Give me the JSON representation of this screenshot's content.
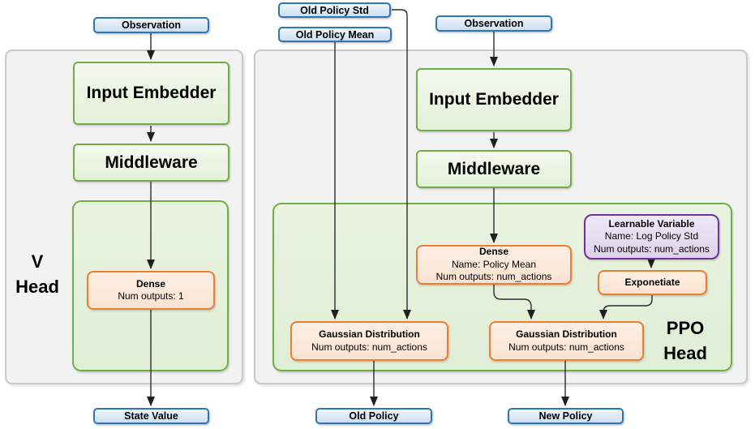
{
  "colors": {
    "blue_border": "#2E75B6",
    "blue_fill": "#DDEBF7",
    "green_border": "#70AD47",
    "green_fill": "#E2EFDA",
    "orange_border": "#ED7D31",
    "orange_fill": "#FCE4D6",
    "purple_border": "#7030A0",
    "purple_fill": "#E4DAF0",
    "panel_fill": "#F2F2F2",
    "panel_border": "#C9C9C9",
    "connector": "#262626"
  },
  "left_panel": {
    "head_label": [
      "V",
      "Head"
    ],
    "observation": "Observation",
    "input_embedder": "Input Embedder",
    "middleware": "Middleware",
    "dense": {
      "title": "Dense",
      "outputs_line": "Num outputs: 1"
    },
    "output": "State Value"
  },
  "right_panel": {
    "head_label": [
      "PPO",
      "Head"
    ],
    "old_policy_std": "Old Policy Std",
    "old_policy_mean": "Old Policy Mean",
    "observation": "Observation",
    "input_embedder": "Input Embedder",
    "middleware": "Middleware",
    "dense": {
      "title": "Dense",
      "name_line": "Name: Policy Mean",
      "outputs_line": "Num outputs: num_actions"
    },
    "learnable_variable": {
      "title": "Learnable Variable",
      "name_line": "Name: Log Policy Std",
      "outputs_line": "Num outputs: num_actions"
    },
    "exponetiate": "Exponetiate",
    "gaussian_old": {
      "title": "Gaussian Distribution",
      "outputs_line": "Num outputs: num_actions"
    },
    "gaussian_new": {
      "title": "Gaussian Distribution",
      "outputs_line": "Num outputs: num_actions"
    },
    "output_old": "Old Policy",
    "output_new": "New Policy"
  }
}
